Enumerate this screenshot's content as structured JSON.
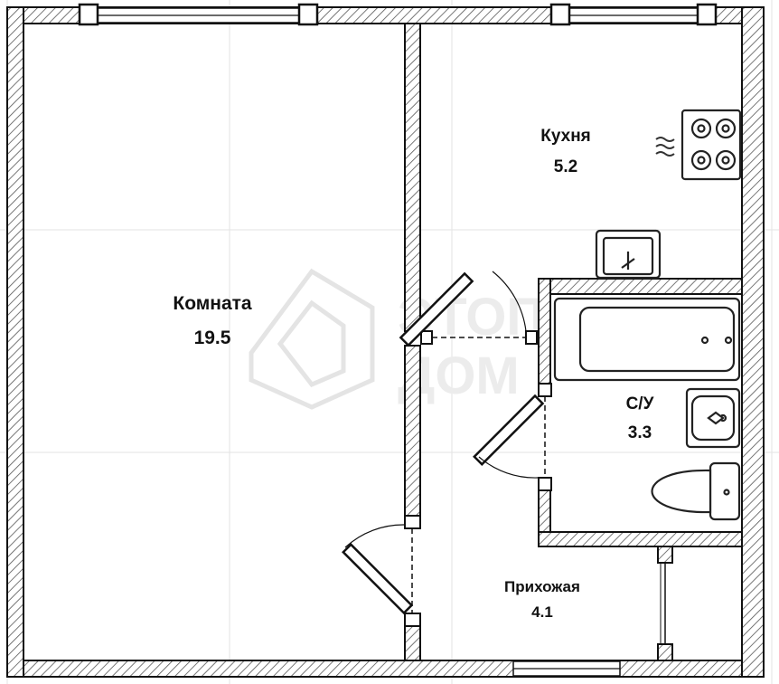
{
  "rooms": [
    {
      "id": "living",
      "name": "Комната",
      "area": "19.5"
    },
    {
      "id": "kitchen",
      "name": "Кухня",
      "area": "5.2"
    },
    {
      "id": "bathroom",
      "name": "С/У",
      "area": "3.3"
    },
    {
      "id": "hallway",
      "name": "Прихожая",
      "area": "4.1"
    }
  ],
  "colors": {
    "wall_outline": "#111111",
    "hatch": "#555555",
    "fixture": "#222222",
    "grid": "#dddddd",
    "watermark": "#e6e6e6"
  },
  "icons": [
    "window-icon",
    "door-icon",
    "stove-icon",
    "sink-icon",
    "bathtub-icon",
    "toilet-icon",
    "washbasin-icon",
    "ventilation-icon",
    "watermark-logo"
  ]
}
